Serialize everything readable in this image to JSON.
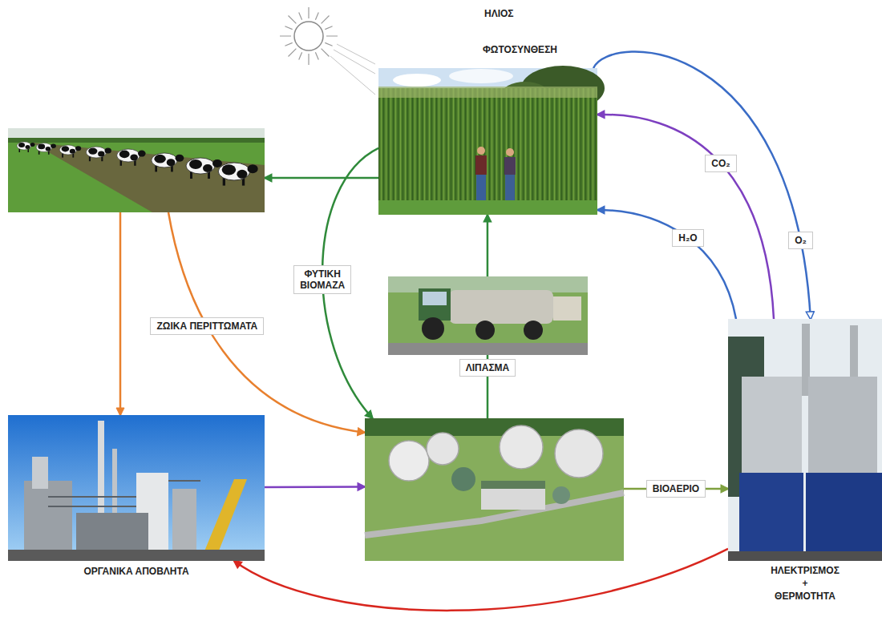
{
  "diagram": {
    "nodes": [
      {
        "text": [
          "ΦΩΤΟΣΥΝΘΕΣΗ"
        ]
      },
      {
        "text": []
      },
      {
        "text": [
          "ΟΡΓΑΝΙΚΑ ΑΠΟΒΛΗΤΑ"
        ]
      },
      {
        "text": []
      },
      {
        "text": [
          "ΗΛΕΚΤΡΙΣΜΟΣ + ΘΕΡΜΟΤΗΤΑ"
        ]
      }
    ],
    "edges": [
      {
        "from": 0,
        "to": 1,
        "arrow": "to"
      },
      {
        "from": 0,
        "to": 3,
        "label": "ΦΥΤΙΚΗ ΒΙΟΜΑΖΑ",
        "arrow": "to"
      },
      {
        "from": 1,
        "to": 2,
        "arrow": "to"
      },
      {
        "from": 1,
        "to": 3,
        "label": "ΖΩΙΚΑ ΠΕΡΙΤΤΩΜΑΤΑ",
        "arrow": "to"
      },
      {
        "from": 2,
        "to": 3,
        "arrow": "to"
      },
      {
        "from": 3,
        "to": 0,
        "label": "ΛΙΠΑΣΜΑ",
        "arrow": "to"
      },
      {
        "from": 3,
        "to": 4,
        "label": "ΒΙΟΑΕΡΙΟ",
        "arrow": "to"
      },
      {
        "from": 4,
        "to": 2,
        "arrow": "to"
      },
      {
        "from": 0,
        "to": 4,
        "label": "O₂",
        "arrow": "to"
      },
      {
        "from": 4,
        "to": 0,
        "label": "CO₂",
        "arrow": "to"
      },
      {
        "from": 4,
        "to": 0,
        "label": "H₂O",
        "arrow": "to"
      }
    ],
    "labels": [
      "ΗΛΙΟΣ"
    ]
  }
}
